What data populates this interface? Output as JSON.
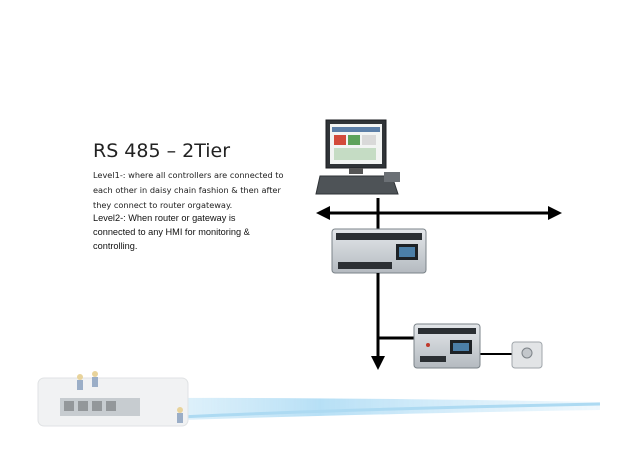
{
  "slide": {
    "title": "RS 485 – 2Tier",
    "level1_lines": [
      "Level1-: where all controllers are connected  to",
      "each other in daisy chain fashion & then  after",
      "they connect to router  orgateway."
    ],
    "level2_lines": [
      "Level2-: When  router or gateway  is",
      "connected   to any HMI for monitoring  &",
      "controlling."
    ]
  },
  "diagram": {
    "nodes": [
      {
        "id": "hmi-pc",
        "icon": "desktop-computer-icon"
      },
      {
        "id": "router-gateway",
        "icon": "controller-module-icon"
      },
      {
        "id": "field-controller",
        "icon": "controller-module-icon"
      },
      {
        "id": "room-sensor",
        "icon": "wall-sensor-icon"
      }
    ],
    "decoration": {
      "icon": "network-switch-with-workers-icon"
    },
    "colors": {
      "line": "#000000",
      "device_gray": "#c9ced3",
      "stream_blue": "#5fb7e6"
    }
  }
}
